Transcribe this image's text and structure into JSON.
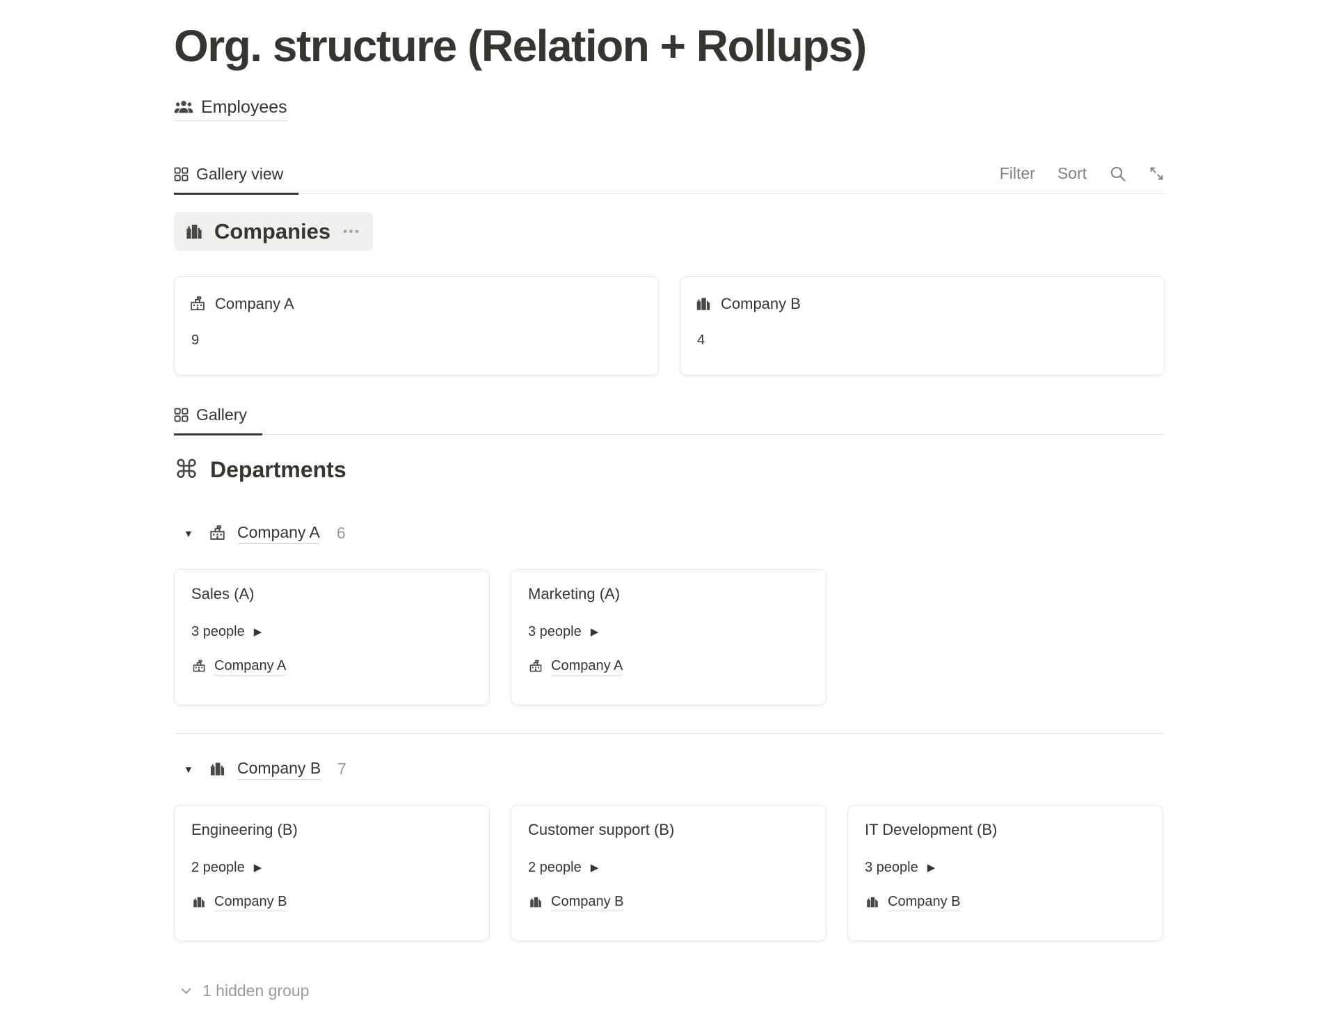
{
  "page": {
    "title": "Org. structure (Relation + Rollups)"
  },
  "employees": {
    "label": "Employees",
    "tab_label": "Gallery view",
    "filter_label": "Filter",
    "sort_label": "Sort"
  },
  "companies": {
    "header": "Companies",
    "menu_dots": "•••",
    "cards": [
      {
        "name": "Company A",
        "count": "9",
        "icon": "school-icon"
      },
      {
        "name": "Company B",
        "count": "4",
        "icon": "buildings-icon"
      }
    ]
  },
  "departments": {
    "tab_label": "Gallery",
    "header": "Departments",
    "groups": [
      {
        "name": "Company A",
        "count": "6",
        "icon": "school-icon",
        "cards": [
          {
            "title": "Sales (A)",
            "people": "3 people",
            "relation": "Company A",
            "relation_icon": "school-icon"
          },
          {
            "title": "Marketing (A)",
            "people": "3 people",
            "relation": "Company A",
            "relation_icon": "school-icon"
          }
        ]
      },
      {
        "name": "Company B",
        "count": "7",
        "icon": "buildings-icon",
        "cards": [
          {
            "title": "Engineering (B)",
            "people": "2 people",
            "relation": "Company B",
            "relation_icon": "buildings-icon"
          },
          {
            "title": "Customer support (B)",
            "people": "2 people",
            "relation": "Company B",
            "relation_icon": "buildings-icon"
          },
          {
            "title": "IT Development (B)",
            "people": "3 people",
            "relation": "Company B",
            "relation_icon": "buildings-icon"
          }
        ]
      }
    ]
  },
  "footer": {
    "hidden_group": "1 hidden group"
  },
  "icons": {
    "command_glyph": "⌘",
    "triangle_down": "▼",
    "triangle_right": "▶"
  },
  "colors": {
    "text": "#37352f",
    "muted_text": "#82817c",
    "count_gray": "#9b9a97",
    "divider": "#e8e7e4",
    "chip_background": "#f1f0ee",
    "tab_underline": "#37352f"
  }
}
